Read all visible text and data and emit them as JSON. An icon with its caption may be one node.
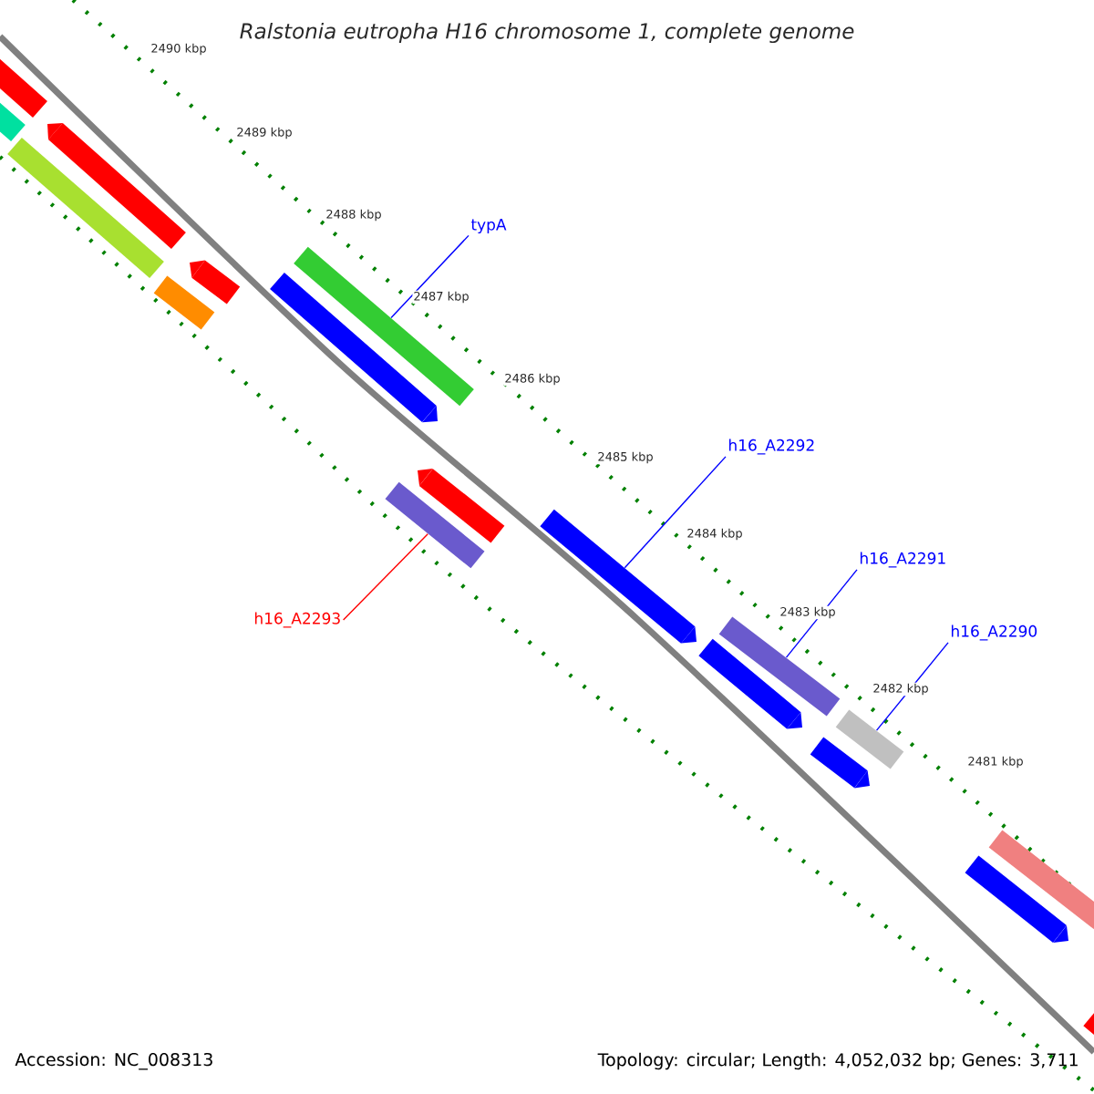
{
  "diagram": {
    "title": "Ralstonia eutropha H16 chromosome 1, complete genome",
    "nodes": [
      {
        "text": [
          "typA"
        ]
      },
      {
        "text": [],
        "shape": "bar"
      },
      {
        "text": [
          "h16_A2292"
        ]
      },
      {
        "text": [],
        "shape": "bar"
      },
      {
        "text": [
          "h16_A2291"
        ]
      },
      {
        "text": [],
        "shape": "bar"
      },
      {
        "text": [
          "h16_A2290"
        ]
      },
      {
        "text": [],
        "shape": "bar"
      },
      {
        "text": [
          "h16_A2293"
        ]
      },
      {
        "text": [],
        "shape": "bar"
      },
      {
        "text": [],
        "shape": "bar"
      },
      {
        "text": [],
        "shape": "bar"
      },
      {
        "text": [],
        "shape": "bar"
      },
      {
        "text": [],
        "shape": "bar"
      },
      {
        "text": [],
        "shape": "bar"
      },
      {
        "text": [],
        "shape": "bar"
      },
      {
        "text": [],
        "shape": "bar"
      },
      {
        "text": [],
        "shape": "bar"
      },
      {
        "text": [],
        "shape": "bar"
      },
      {
        "text": [],
        "shape": "bar"
      },
      {
        "text": [],
        "shape": "bar"
      },
      {
        "text": [],
        "shape": "bar"
      },
      {
        "text": [],
        "shape": "bar"
      }
    ],
    "edges": [
      {
        "from": 0,
        "to": 1,
        "arrow": "none"
      },
      {
        "from": 2,
        "to": 3,
        "arrow": "none"
      },
      {
        "from": 4,
        "to": 5,
        "arrow": "none"
      },
      {
        "from": 6,
        "to": 7,
        "arrow": "none"
      },
      {
        "from": 8,
        "to": 9,
        "arrow": "none",
        "color": "#ff0000"
      }
    ],
    "labels": [
      "2490 kbp",
      "2489 kbp",
      "2488 kbp",
      "2487 kbp",
      "2486 kbp",
      "2485 kbp",
      "2484 kbp",
      "2483 kbp",
      "2482 kbp",
      "2481 kbp",
      "Accession: NC_008313",
      "Topology: circular; Length: 4,052,032 bp; Genes: 3,711"
    ]
  }
}
